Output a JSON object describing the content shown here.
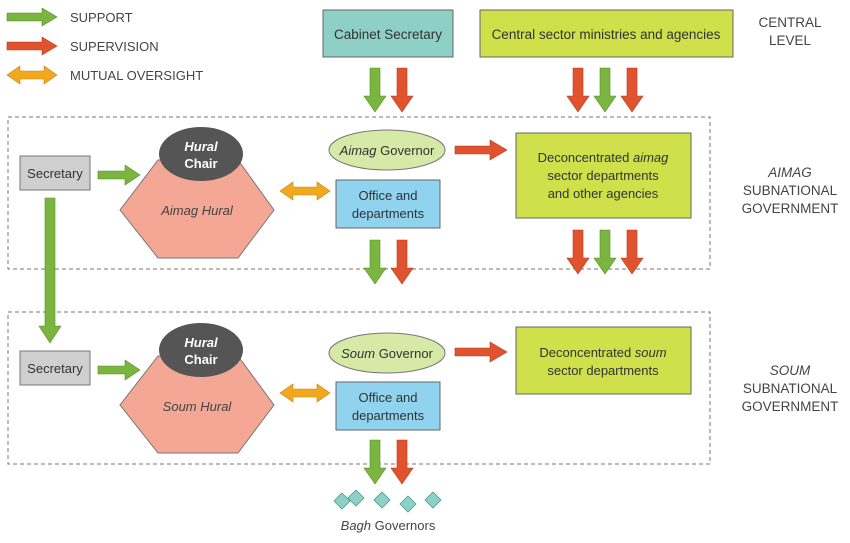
{
  "legend": {
    "support": "SUPPORT",
    "supervision": "SUPERVISION",
    "mutual": "MUTUAL OVERSIGHT"
  },
  "top": {
    "cabinet_secretary": "Cabinet Secretary",
    "central_ministries": "Central sector ministries and agencies"
  },
  "levels": {
    "central": {
      "line1": "CENTRAL",
      "line2": "LEVEL"
    },
    "aimag": {
      "line1": "AIMAG",
      "line2": "SUBNATIONAL",
      "line3": "GOVERNMENT"
    },
    "soum": {
      "line1": "SOUM",
      "line2": "SUBNATIONAL",
      "line3": "GOVERNMENT"
    }
  },
  "aimag": {
    "secretary": "Secretary",
    "hural_chair_line1": "Hural",
    "hural_chair_line2": "Chair",
    "hural_name": "Aimag Hural",
    "governor_italic": "Aimag",
    "governor_rest": " Governor",
    "office_line1": "Office and",
    "office_line2": "departments",
    "decon_line1_a": "Deconcentrated ",
    "decon_line1_b": "aimag",
    "decon_line2": "sector departments",
    "decon_line3": "and other agencies"
  },
  "soum": {
    "secretary": "Secretary",
    "hural_chair_line1": "Hural",
    "hural_chair_line2": "Chair",
    "hural_name": "Soum Hural",
    "governor_italic": "Soum",
    "governor_rest": " Governor",
    "office_line1": "Office and",
    "office_line2": "departments",
    "decon_line1_a": "Deconcentrated ",
    "decon_line1_b": "soum",
    "decon_line2": "sector departments"
  },
  "bagh": {
    "italic": "Bagh",
    "rest": " Governors"
  },
  "colors": {
    "support": "#7ab540",
    "supervision": "#e0532e",
    "mutual": "#f2a81d",
    "cabinet_fill": "#8fd0c6",
    "central_fill": "#cfe04a",
    "governor_fill": "#d6e9a6",
    "office_fill": "#8fd3ee",
    "hural_fill": "#f4a795",
    "chair_fill": "#555555",
    "secretary_fill": "#cfcfcf",
    "diamond_fill": "#8fd0c6"
  }
}
